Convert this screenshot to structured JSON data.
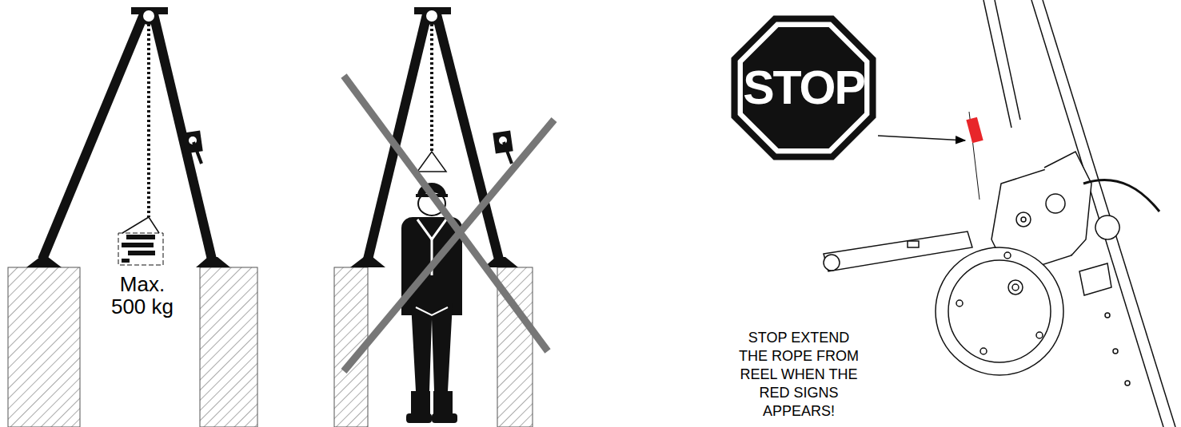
{
  "diagram": {
    "nodes": [
      {
        "text": [
          "STOP"
        ]
      }
    ],
    "labels": [
      "Max. 500 kg",
      "STOP EXTEND THE ROPE FROM REEL WHEN THE RED SIGNS APPEARS!"
    ]
  }
}
